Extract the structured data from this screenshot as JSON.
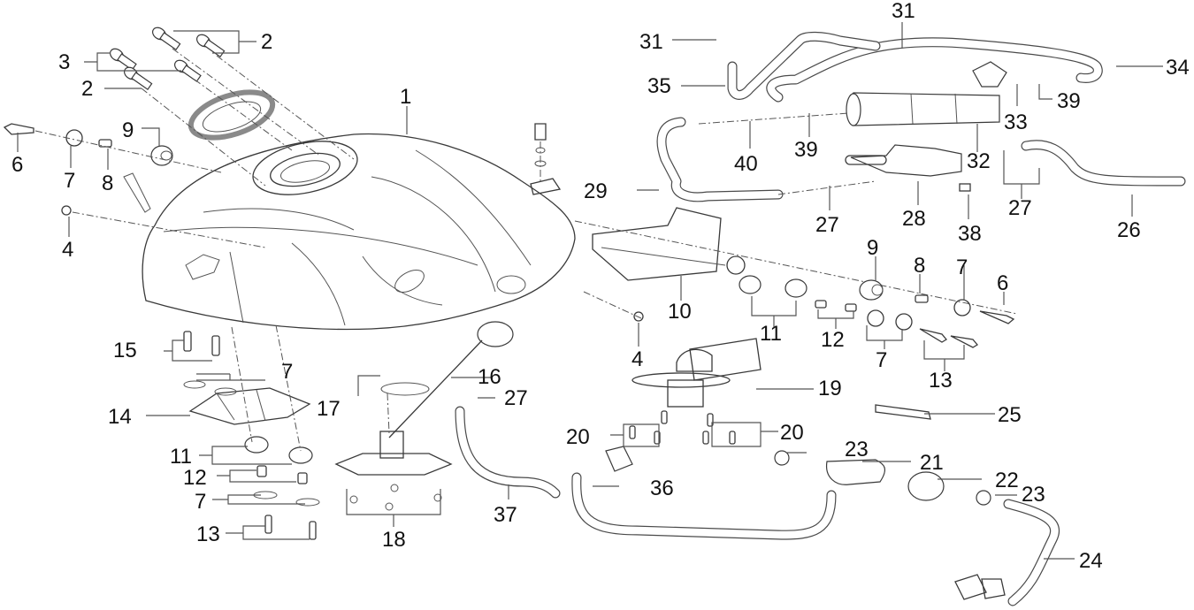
{
  "diagram": {
    "title": "Fuel tank assembly — exploded parts view",
    "callouts": [
      {
        "id": "c1",
        "label": "1"
      },
      {
        "id": "c2a",
        "label": "2"
      },
      {
        "id": "c2b",
        "label": "2"
      },
      {
        "id": "c3",
        "label": "3"
      },
      {
        "id": "c4a",
        "label": "4"
      },
      {
        "id": "c4b",
        "label": "4"
      },
      {
        "id": "c6a",
        "label": "6"
      },
      {
        "id": "c6b",
        "label": "6"
      },
      {
        "id": "c7a",
        "label": "7"
      },
      {
        "id": "c7b",
        "label": "7"
      },
      {
        "id": "c7c",
        "label": "7"
      },
      {
        "id": "c7d",
        "label": "7"
      },
      {
        "id": "c7e",
        "label": "7"
      },
      {
        "id": "c8a",
        "label": "8"
      },
      {
        "id": "c8b",
        "label": "8"
      },
      {
        "id": "c9a",
        "label": "9"
      },
      {
        "id": "c9b",
        "label": "9"
      },
      {
        "id": "c10",
        "label": "10"
      },
      {
        "id": "c11a",
        "label": "11"
      },
      {
        "id": "c11b",
        "label": "11"
      },
      {
        "id": "c12a",
        "label": "12"
      },
      {
        "id": "c12b",
        "label": "12"
      },
      {
        "id": "c13a",
        "label": "13"
      },
      {
        "id": "c13b",
        "label": "13"
      },
      {
        "id": "c14",
        "label": "14"
      },
      {
        "id": "c15",
        "label": "15"
      },
      {
        "id": "c16",
        "label": "16"
      },
      {
        "id": "c17",
        "label": "17"
      },
      {
        "id": "c18",
        "label": "18"
      },
      {
        "id": "c19",
        "label": "19"
      },
      {
        "id": "c20a",
        "label": "20"
      },
      {
        "id": "c20b",
        "label": "20"
      },
      {
        "id": "c21",
        "label": "21"
      },
      {
        "id": "c22",
        "label": "22"
      },
      {
        "id": "c23a",
        "label": "23"
      },
      {
        "id": "c23b",
        "label": "23"
      },
      {
        "id": "c24",
        "label": "24"
      },
      {
        "id": "c25",
        "label": "25"
      },
      {
        "id": "c26",
        "label": "26"
      },
      {
        "id": "c27a",
        "label": "27"
      },
      {
        "id": "c27b",
        "label": "27"
      },
      {
        "id": "c27c",
        "label": "27"
      },
      {
        "id": "c28",
        "label": "28"
      },
      {
        "id": "c29",
        "label": "29"
      },
      {
        "id": "c31a",
        "label": "31"
      },
      {
        "id": "c31b",
        "label": "31"
      },
      {
        "id": "c32",
        "label": "32"
      },
      {
        "id": "c33",
        "label": "33"
      },
      {
        "id": "c34",
        "label": "34"
      },
      {
        "id": "c35",
        "label": "35"
      },
      {
        "id": "c36",
        "label": "36"
      },
      {
        "id": "c37",
        "label": "37"
      },
      {
        "id": "c38",
        "label": "38"
      },
      {
        "id": "c39a",
        "label": "39"
      },
      {
        "id": "c39b",
        "label": "39"
      },
      {
        "id": "c40",
        "label": "40"
      }
    ]
  }
}
